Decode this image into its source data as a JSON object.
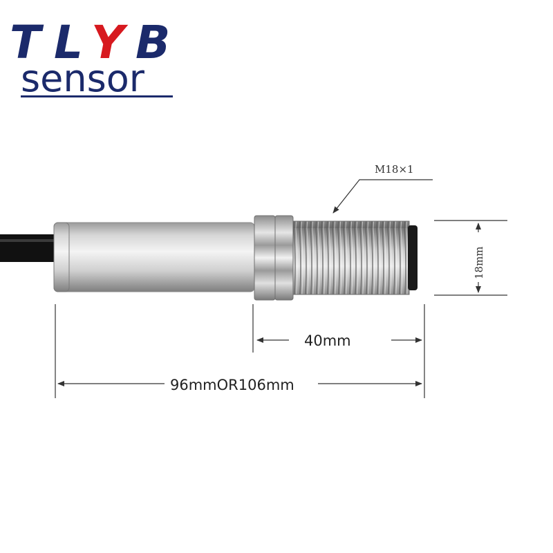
{
  "logo": {
    "letters": [
      "T",
      "L",
      "Y",
      "B"
    ],
    "word": "sensor",
    "colors": {
      "navy": "#1b2a6b",
      "red": "#d7191f"
    }
  },
  "diagram": {
    "thread_label": "M18×1",
    "diameter_label": "18mm",
    "thread_length_label": "40mm",
    "total_length_label": "96mmOR106mm"
  },
  "colors": {
    "cable": "#111111",
    "body_mid": "#e8e8e8",
    "body_dark": "#9a9a9a",
    "thread_dark": "#8a8a8a",
    "tip": "#1a1a1a",
    "dimension_line": "#333333"
  }
}
